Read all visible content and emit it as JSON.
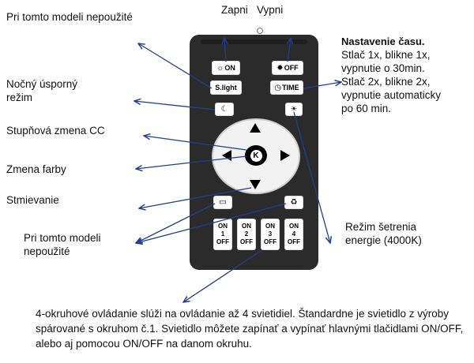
{
  "labels": {
    "top_left": "Pri tomto modeli nepoužité",
    "on_off": "Zapni   Vypni",
    "night": "Nočný úsporný režim",
    "cct": "Stupňová zmena CC",
    "color": "Zmena farby",
    "dim": "Stmievanie",
    "bottom_left": "Pri tomto modeli nepoužité",
    "timer_title": "Nastavenie času.",
    "timer_line1": "Stlač 1x, blikne 1x,",
    "timer_line2": "vypnutie o 30min.",
    "timer_line3": "Stlač 2x, blikne 2x,",
    "timer_line4": "vypnutie automaticky",
    "timer_line5": "po 60 min.",
    "eco": "Režim šetrenia energie (4000K)"
  },
  "remote": {
    "on_label": "ON",
    "off_label": "OFF",
    "slight_label": "S.light",
    "time_label": "TIME",
    "k_label": "K",
    "zones": [
      {
        "on": "ON",
        "num": "1",
        "off": "OFF"
      },
      {
        "on": "ON",
        "num": "2",
        "off": "OFF"
      },
      {
        "on": "ON",
        "num": "3",
        "off": "OFF"
      },
      {
        "on": "ON",
        "num": "4",
        "off": "OFF"
      }
    ]
  },
  "footer": {
    "text": "4-okruhové ovládanie slúži na ovládanie až 4 svietidiel. Štandardne je svietidlo z výroby spárované s okruhom č.1. Svietidlo môžete zapínať a vypínať hlavnými tlačidlami ON/OFF, alebo aj pomocou ON/OFF na danom okruhu."
  },
  "colors": {
    "arrow": "#1f3f8f",
    "remote": "#2b2b2b"
  }
}
